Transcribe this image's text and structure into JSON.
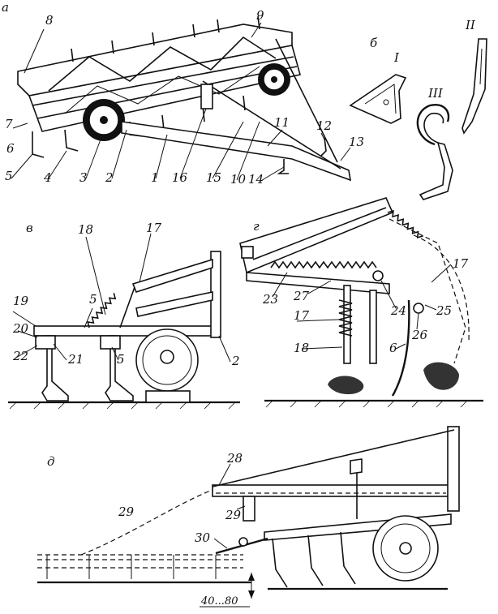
{
  "panels": {
    "a": {
      "letter": "а"
    },
    "b": {
      "letter": "б",
      "parts": [
        "I",
        "II",
        "III"
      ]
    },
    "v": {
      "letter": "в"
    },
    "g": {
      "letter": "г"
    },
    "d": {
      "letter": "д"
    }
  },
  "callouts": {
    "a": [
      "8",
      "9",
      "7",
      "6",
      "5",
      "4",
      "3",
      "2",
      "1",
      "16",
      "15",
      "10",
      "11",
      "12",
      "13",
      "14"
    ],
    "v": [
      "18",
      "17",
      "19",
      "5",
      "20",
      "22",
      "21",
      "5",
      "2"
    ],
    "g": [
      "23",
      "27",
      "24",
      "17",
      "25",
      "26",
      "17",
      "18",
      "6"
    ],
    "d": [
      "28",
      "29",
      "29",
      "30"
    ]
  },
  "dimension": "40...80"
}
